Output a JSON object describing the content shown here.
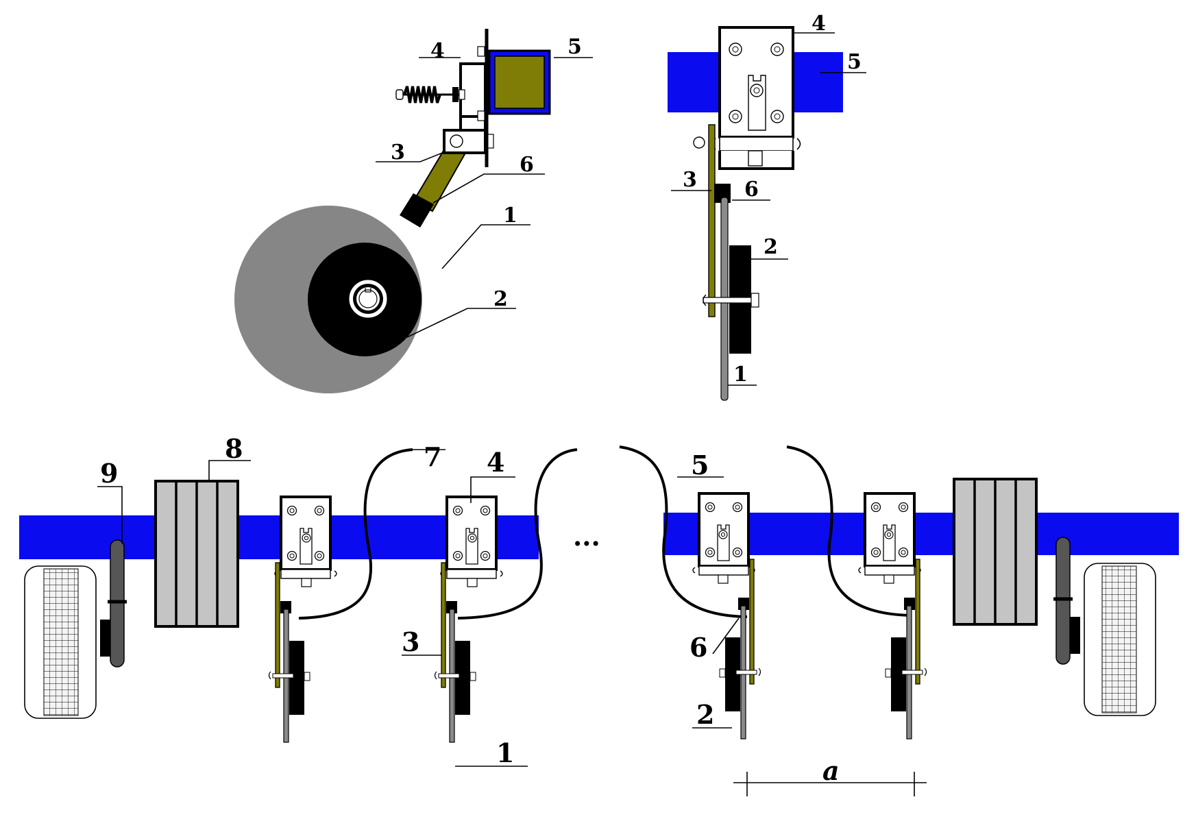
{
  "labels": {
    "disc": "1",
    "roller": "2",
    "arm": "3",
    "bracket": "4",
    "beam": "5",
    "clamp": "6",
    "cable": "7",
    "ballast": "8",
    "wheel_post": "9",
    "spacing": "a",
    "ellipsis": "..."
  },
  "colors": {
    "beam": "#0b0bf0",
    "olive": "#7f7d06",
    "disc_grey": "#868686",
    "roller_black": "#000000",
    "ballast_fill": "#c4c4c4",
    "tire_fill": "#f4f4f4",
    "post_grey": "#565656"
  }
}
